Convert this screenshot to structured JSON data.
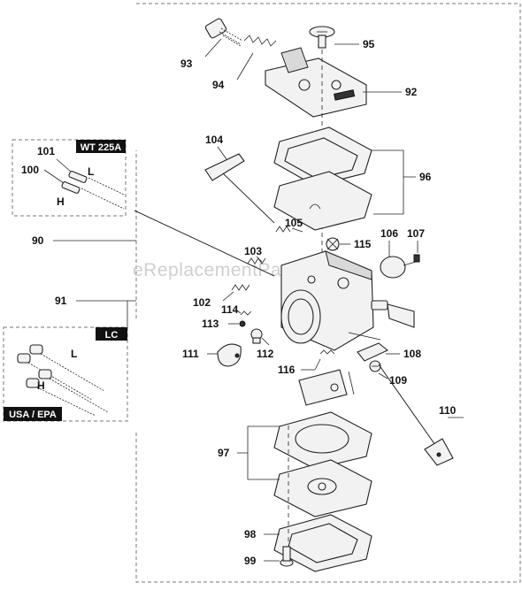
{
  "watermark": "eReplacementParts.com",
  "tags": {
    "wt": "WT 225A",
    "lc": "LC",
    "usa": "USA / EPA"
  },
  "letters": {
    "l_top": "L",
    "h_top": "H",
    "l_bot": "L",
    "h_bot": "H"
  },
  "labels": {
    "p93": "93",
    "p94": "94",
    "p95": "95",
    "p92": "92",
    "p104": "104",
    "p96": "96",
    "p101": "101",
    "p100": "100",
    "p105": "105",
    "p106": "106",
    "p107": "107",
    "p90": "90",
    "p103": "103",
    "p115": "115",
    "p91": "91",
    "p102": "102",
    "p114": "114",
    "p113": "113",
    "p111": "111",
    "p112": "112",
    "p108": "108",
    "p116": "116",
    "p109": "109",
    "p110": "110",
    "p97": "97",
    "p98": "98",
    "p99": "99"
  }
}
